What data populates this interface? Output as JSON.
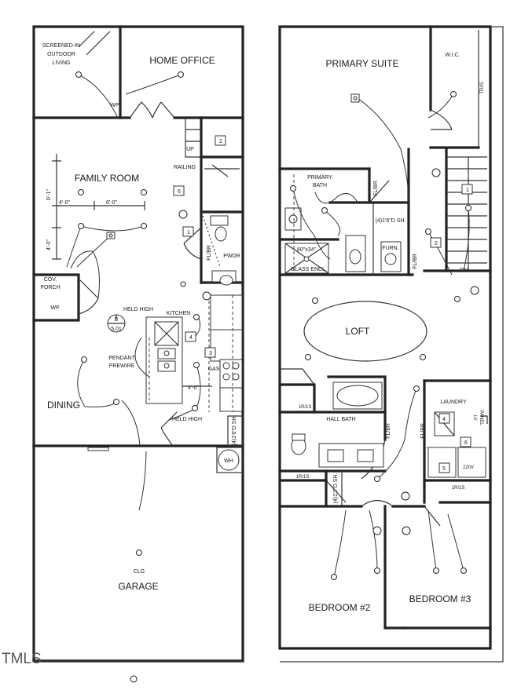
{
  "watermark": "TMLS",
  "rooms": {
    "screened_porch": [
      "SCREENED-IN",
      "OUTDOOR",
      "LIVING"
    ],
    "home_office": "HOME OFFICE",
    "family_room": "FAMILY ROOM",
    "railing": "RAILING",
    "up": "UP",
    "pwdr": "PWDR",
    "cov_porch": [
      "COV.",
      "PORCH"
    ],
    "wp_top": "WP",
    "wp_porch": "WP",
    "held_high_top": "HELD HIGH",
    "kitchen": "KITCHEN",
    "detail_ref": [
      "B",
      "5.01"
    ],
    "pendant": [
      "PENDANT",
      "PREWIRE"
    ],
    "gas": "GAS",
    "dining": "DINING",
    "held_high_bottom": "HELD HIGH",
    "dim_4_0_kitchen": "4'-0\"",
    "sh_front": "(4)1'6\"D SH.",
    "wh": "WH",
    "garage": "GARAGE",
    "clg": "CLG",
    "dim_6_1": "6'-1\"",
    "dim_4_0_a": "4'-0\"",
    "dim_6_0": "6'-0\"",
    "dim_4_0_b": "4'-0\"",
    "fl_br_pwdr": "FL/BR",
    "primary_suite": "PRIMARY SUITE",
    "wic": "W.I.C.",
    "tr_is": "TR/IS",
    "primary_bath": [
      "PRIMARY",
      "BATH"
    ],
    "fl_br_bath": "FL/BR",
    "sh_primary": "(4)1'6\"D SH.",
    "shower": "60\"x34\"",
    "glass_encl": "GLASS ENCL.",
    "furn": "FURN.",
    "fl_br_furn": "FL/BR",
    "dn": "DN",
    "loft": "LOFT",
    "lr_is_1": "1R/1S",
    "hall_bath": "HALL BATH",
    "fl_br_hall": "FL/BR",
    "fl_br_laundry": "FL/BR",
    "laundry": "LAUNDRY",
    "lv_panel": [
      "LV",
      "PANEL"
    ],
    "v220": "220V",
    "lr_is_2": "1R/1S",
    "lr_is_3": "1R/1S",
    "sh_bed": "(4)1'2\"D SH.",
    "bedroom2": "BEDROOM #2",
    "bedroom3": "BEDROOM #3"
  },
  "tags": {
    "first": [
      "1",
      "2",
      "3",
      "4",
      "6"
    ],
    "second": [
      "1",
      "2",
      "4",
      "5",
      "6"
    ]
  }
}
